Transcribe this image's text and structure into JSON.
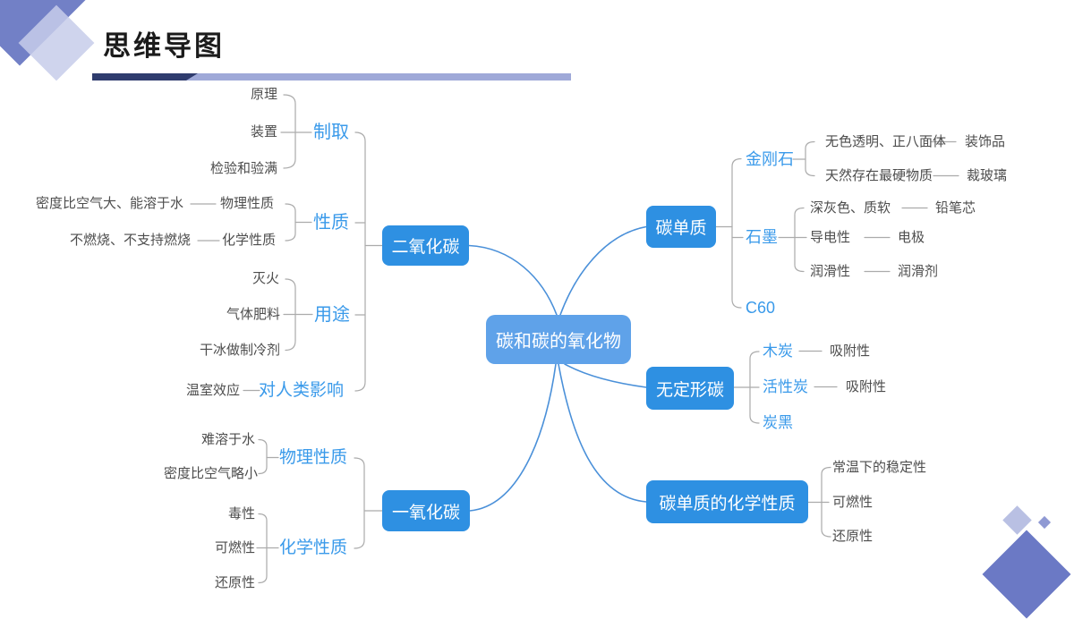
{
  "page": {
    "title": "思维导图"
  },
  "mindmap": {
    "root": {
      "label": "碳和碳的氧化物"
    },
    "co2": {
      "node": "二氧化碳",
      "production": {
        "label": "制取",
        "items": [
          "原理",
          "装置",
          "检验和验满"
        ]
      },
      "properties": {
        "label": "性质",
        "rows": [
          {
            "detail": "密度比空气大、能溶于水",
            "name": "物理性质"
          },
          {
            "detail": "不燃烧、不支持燃烧",
            "name": "化学性质"
          }
        ]
      },
      "uses": {
        "label": "用途",
        "items": [
          "灭火",
          "气体肥料",
          "干冰做制冷剂"
        ]
      },
      "impact": {
        "label": "对人类影响",
        "detail": "温室效应"
      }
    },
    "co": {
      "node": "一氧化碳",
      "physical": {
        "label": "物理性质",
        "items": [
          "难溶于水",
          "密度比空气略小"
        ]
      },
      "chemical": {
        "label": "化学性质",
        "items": [
          "毒性",
          "可燃性",
          "还原性"
        ]
      }
    },
    "carbon": {
      "node": "碳单质",
      "diamond": {
        "label": "金刚石",
        "rows": [
          {
            "prop": "无色透明、正八面体",
            "use": "装饰品"
          },
          {
            "prop": "天然存在最硬物质",
            "use": "裁玻璃"
          }
        ]
      },
      "graphite": {
        "label": "石墨",
        "rows": [
          {
            "prop": "深灰色、质软",
            "use": "铅笔芯"
          },
          {
            "prop": "导电性",
            "use": "电极"
          },
          {
            "prop": "润滑性",
            "use": "润滑剂"
          }
        ]
      },
      "c60": {
        "label": "C60"
      }
    },
    "amorphous": {
      "node": "无定形碳",
      "rows": [
        {
          "name": "木炭",
          "prop": "吸附性"
        },
        {
          "name": "活性炭",
          "prop": "吸附性"
        },
        {
          "name": "炭黑"
        }
      ]
    },
    "carbon_chem": {
      "node": "碳单质的化学性质",
      "items": [
        "常温下的稳定性",
        "可燃性",
        "还原性"
      ]
    }
  },
  "colors": {
    "node_blue": "#2E90E2",
    "root_blue": "#5FA2E9",
    "branch_text": "#3A9AEA",
    "leaf_text": "#4D4D4D",
    "line_gray": "#ABABAB",
    "line_blue": "#4A90D9",
    "bar_dark": "#2F3C6E",
    "bar_light": "#9FA9D8",
    "deco_purple": "#7280C6",
    "deco_light": "#C7CDEA",
    "deco_br_big": "#6B79C5",
    "deco_br_mid": "#B9C0E3",
    "deco_br_small": "#8F99D3"
  }
}
